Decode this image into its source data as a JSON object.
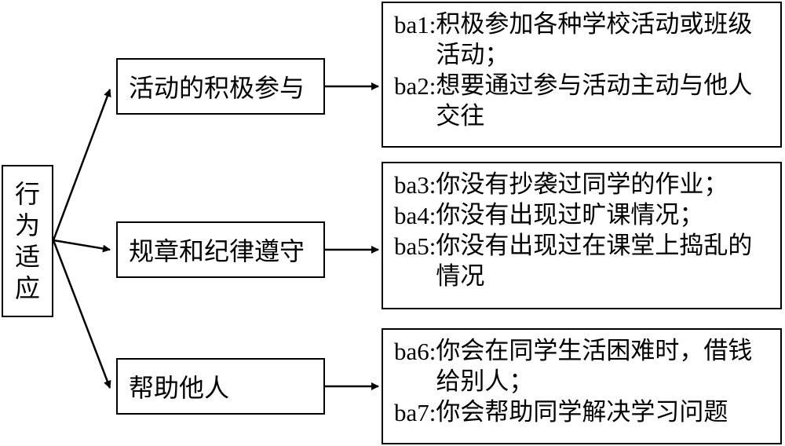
{
  "root": {
    "chars": [
      "行",
      "为",
      "适",
      "应"
    ]
  },
  "branches": [
    {
      "label": "活动的积极参与",
      "items": [
        {
          "code": "ba1:",
          "text": "积极参加各种学校活动或班级活动；"
        },
        {
          "code": "ba2:",
          "text": "想要通过参与活动主动与他人交往"
        }
      ]
    },
    {
      "label": "规章和纪律遵守",
      "items": [
        {
          "code": "ba3:",
          "text": "你没有抄袭过同学的作业；"
        },
        {
          "code": "ba4:",
          "text": "你没有出现过旷课情况；"
        },
        {
          "code": "ba5:",
          "text": "你没有出现过在课堂上捣乱的情况"
        }
      ]
    },
    {
      "label": "帮助他人",
      "items": [
        {
          "code": "ba6:",
          "text": "你会在同学生活困难时，借钱给别人；"
        },
        {
          "code": "ba7:",
          "text": "你会帮助同学解决学习问题"
        }
      ]
    }
  ]
}
